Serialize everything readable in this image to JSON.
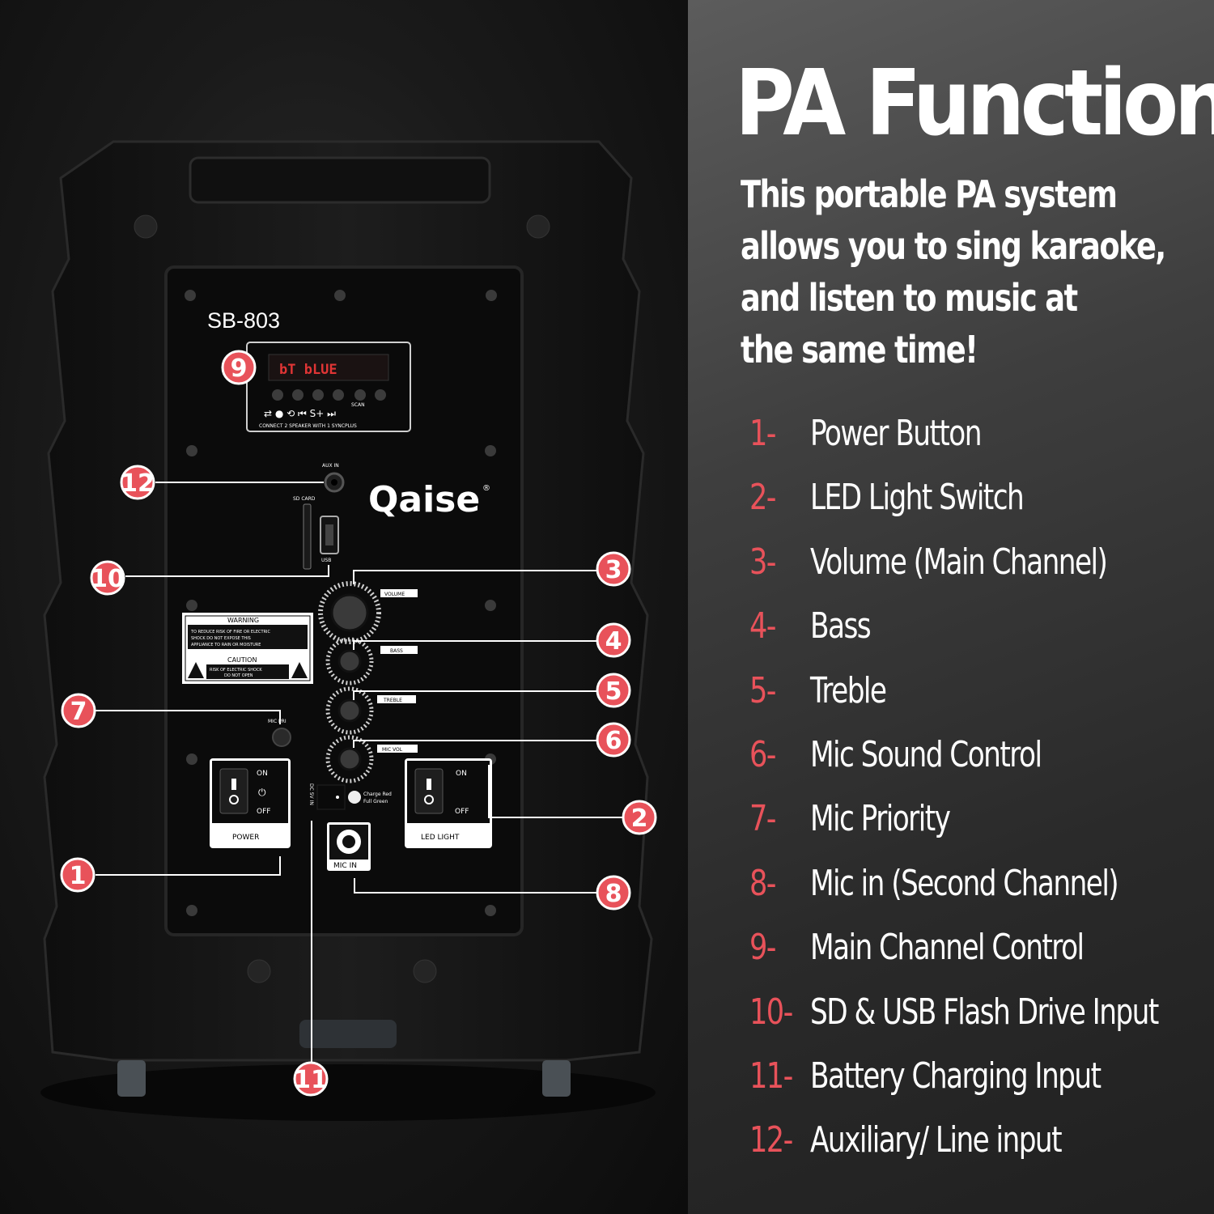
{
  "headline": "PA Function",
  "intro_lines": [
    "This portable PA system",
    "allows you to sing karaoke,",
    "and listen to music at",
    "the same time!"
  ],
  "legend": [
    {
      "num": "1-",
      "label": "Power Button"
    },
    {
      "num": "2-",
      "label": "LED Light Switch"
    },
    {
      "num": "3-",
      "label": "Volume (Main Channel)"
    },
    {
      "num": "4-",
      "label": "Bass"
    },
    {
      "num": "5-",
      "label": "Treble"
    },
    {
      "num": "6-",
      "label": "Mic Sound Control"
    },
    {
      "num": "7-",
      "label": "Mic Priority"
    },
    {
      "num": "8-",
      "label": "Mic in (Second Channel)"
    },
    {
      "num": "9-",
      "label": "Main Channel Control"
    },
    {
      "num": "10-",
      "label": "SD & USB Flash Drive Input"
    },
    {
      "num": "11-",
      "label": "Battery Charging Input"
    },
    {
      "num": "12-",
      "label": "Auxiliary/ Line input"
    }
  ],
  "speaker": {
    "model": "SB-803",
    "brand": "Qaise",
    "display_text": "bT bLUE",
    "connect_text": "CONNECT 2 SPEAKER WITH 1 SYNCPLUS",
    "scan": "SCAN",
    "aux_in": "AUX IN",
    "sd_card": "SD CARD",
    "usb": "USB",
    "volume": "VOLUME",
    "bass": "BASS",
    "treble": "TREBLE",
    "mic_vol": "MIC VOL",
    "mic_pri": "MIC PRI",
    "warning": "WARNING",
    "warning_text_1": "TO REDUCE RISK OF FIRE OR ELECTRIC",
    "warning_text_2": "SHOCK DO NOT EXPOSE THIS",
    "warning_text_3": "APPLIANCE TO RAIN OR MOISTURE",
    "caution": "CAUTION",
    "caution_text_1": "RISK OF ELECTRIC SHOCK",
    "caution_text_2": "DO NOT OPEN",
    "on": "ON",
    "off": "OFF",
    "power": "POWER",
    "led_light": "LED LIGHT",
    "dc_in": "DC 5V IN",
    "charge_red": "Charge Red",
    "full_green": "Full Green",
    "mic_in": "MIC IN"
  },
  "badges": [
    "1",
    "2",
    "3",
    "4",
    "5",
    "6",
    "7",
    "8",
    "9",
    "10",
    "11",
    "12"
  ],
  "colors": {
    "accent": "#e8525a",
    "text": "#ffffff",
    "panel": "#0b0b0b",
    "body": "#1c1c1c"
  }
}
